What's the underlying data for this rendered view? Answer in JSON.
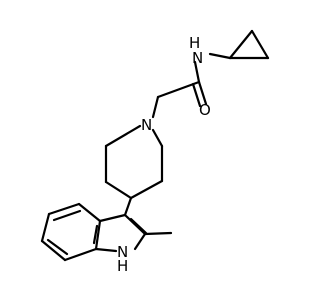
{
  "molecule": {
    "labels": {
      "amide_nitrogen": "N",
      "amide_hydrogen": "H",
      "carbonyl_oxygen": "O",
      "piperidine_nitrogen": "N",
      "indole_nitrogen": "N",
      "indole_hydrogen": "H"
    }
  }
}
